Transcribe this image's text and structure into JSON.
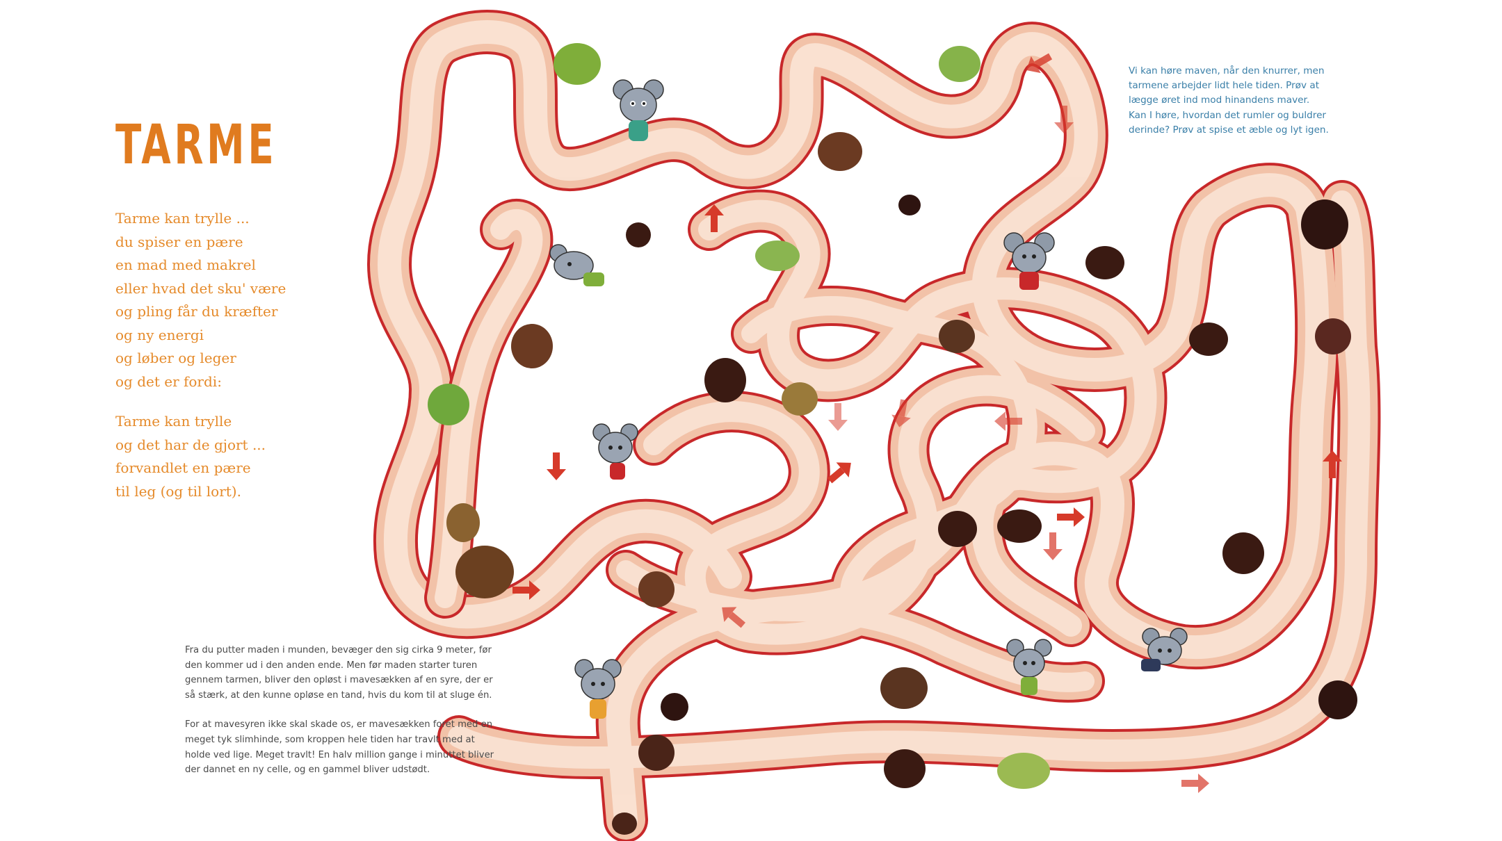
{
  "title": "TARME",
  "poem": {
    "stanza1": [
      "Tarme kan trylle ...",
      "du spiser en pære",
      "en mad med makrel",
      "eller hvad det sku' være",
      "og pling får du kræfter",
      "og ny energi",
      "og løber og leger",
      "og det er fordi:"
    ],
    "stanza2": [
      "Tarme kan trylle",
      "og det har de gjort ...",
      "forvandlet en pære",
      "til leg (og til lort)."
    ]
  },
  "side_note": [
    "Vi kan høre maven, når den knurrer, men",
    "tarmene arbejder lidt hele tiden. Prøv at",
    "lægge øret ind mod hinandens maver.",
    "Kan I høre, hvordan det rumler og buldrer",
    "derinde? Prøv at spise et æble og lyt igen."
  ],
  "body_text": {
    "paragraph1": [
      "Fra du putter maden i munden, bevæger den sig cirka 9 meter, før",
      "den kommer ud i den anden ende. Men før maden starter turen",
      "gennem tarmen,  bliver den opløst i mavesækken af en syre, der er",
      "så stærk, at den kunne opløse en tand, hvis du kom til at sluge én."
    ],
    "paragraph2": [
      "For at mavesyren ikke skal skade os, er mavesækken foret med en",
      "meget tyk slimhinde, som kroppen hele tiden har travlt med at",
      "holde ved lige. Meget travlt! En halv million gange i minuttet bliver",
      "der dannet en ny celle, og en gammel bliver udstødt."
    ]
  },
  "colors": {
    "title": "#e07b1f",
    "poem": "#e58a2a",
    "body": "#4a4a4a",
    "side_note": "#3a7fa8",
    "intestine_outline": "#c8282a",
    "intestine_fill": "#f6d2bf",
    "intestine_inner": "#fbe8dc",
    "arrow": "#d63a2a",
    "brown_ball": "#6b3a22",
    "dark_ball": "#3a1a12",
    "green_ball": "#7fae3a",
    "mouse": "#8f9aa8"
  }
}
